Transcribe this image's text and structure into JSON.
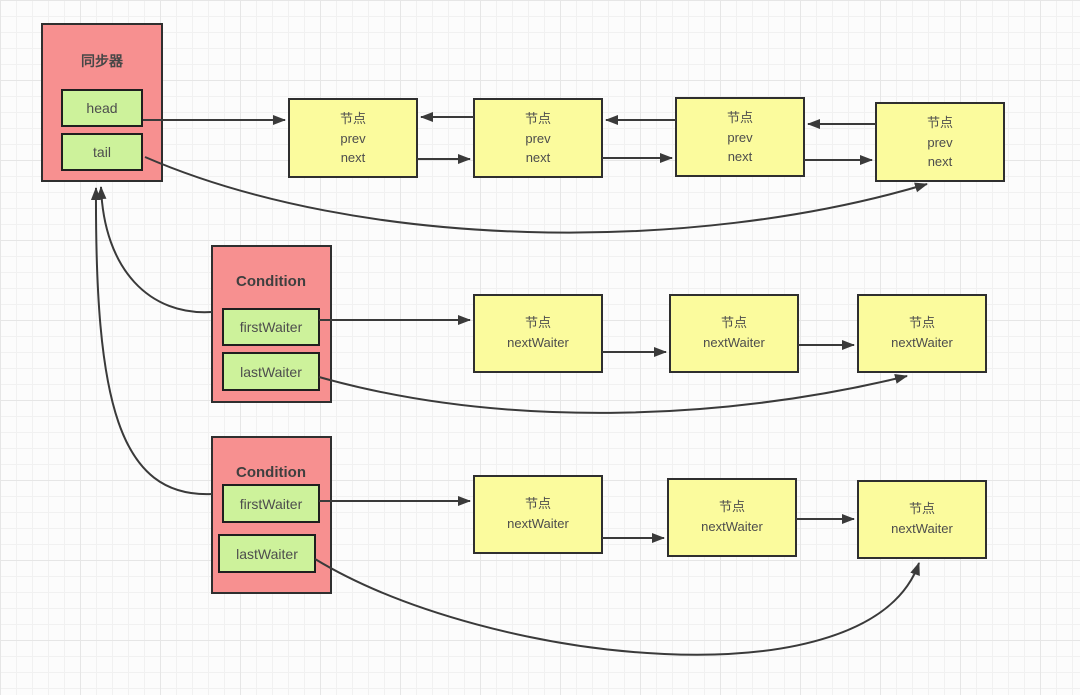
{
  "diagram": {
    "synchronizer": {
      "title": "同步器",
      "head_label": "head",
      "tail_label": "tail"
    },
    "sync_queue_nodes": [
      {
        "title": "节点",
        "field1": "prev",
        "field2": "next"
      },
      {
        "title": "节点",
        "field1": "prev",
        "field2": "next"
      },
      {
        "title": "节点",
        "field1": "prev",
        "field2": "next"
      },
      {
        "title": "节点",
        "field1": "prev",
        "field2": "next"
      }
    ],
    "conditions": [
      {
        "title": "Condition",
        "first_waiter_label": "firstWaiter",
        "last_waiter_label": "lastWaiter",
        "nodes": [
          {
            "title": "节点",
            "field1": "nextWaiter"
          },
          {
            "title": "节点",
            "field1": "nextWaiter"
          },
          {
            "title": "节点",
            "field1": "nextWaiter"
          }
        ]
      },
      {
        "title": "Condition",
        "first_waiter_label": "firstWaiter",
        "last_waiter_label": "lastWaiter",
        "nodes": [
          {
            "title": "节点",
            "field1": "nextWaiter"
          },
          {
            "title": "节点",
            "field1": "nextWaiter"
          },
          {
            "title": "节点",
            "field1": "nextWaiter"
          }
        ]
      }
    ]
  },
  "colors": {
    "container_fill": "#f79090",
    "field_fill": "#cdf29b",
    "node_fill": "#fbfb9d",
    "border": "#2f2f2f",
    "arrow": "#3a3a3a"
  }
}
